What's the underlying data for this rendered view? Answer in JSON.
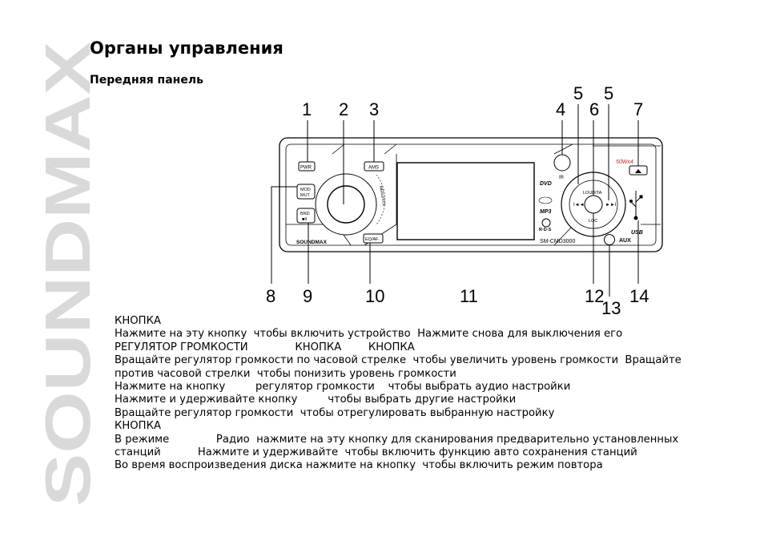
{
  "brand": "SOUNDMAX",
  "title": "Органы управления",
  "subtitle": "Передняя панель",
  "diagram": {
    "callouts_top": [
      "1",
      "2",
      "3",
      "4",
      "5",
      "6",
      "5",
      "7"
    ],
    "callouts_bottom": [
      "8",
      "9",
      "10",
      "11",
      "12",
      "13",
      "14"
    ],
    "labels": {
      "pwr": "PWR",
      "ams": "AMS",
      "mod_mut_1": "MOD",
      "mod_mut_2": "MUT",
      "bnd_1": "BND",
      "bnd_2": "■II",
      "eq_af": "EQ/AF",
      "menu_vol": "MENU/VOL",
      "brand": "SOUNDMAX",
      "ir": "IR",
      "dvd": "DVD",
      "mp3": "MP3",
      "rds": "R·D·S",
      "model": "SM-CMD3000",
      "power_rating": "50Wx4",
      "loudita": "LOUDITA",
      "loc": "LOC",
      "prev": "I◄◄",
      "next": "►►I",
      "usb": "USB",
      "aux": "AUX"
    }
  },
  "body_lines": [
    "КНОПКА",
    "Нажмите на эту кнопку  чтобы включить устройство  Нажмите снова для выключения его",
    "РЕГУЛЯТОР ГРОМКОСТИ              КНОПКА        КНОПКА",
    "Вращайте регулятор громкости по часовой стрелке  чтобы увеличить уровень громкости  Вращайте",
    "против часовой стрелки  чтобы понизить уровень громкости",
    "Нажмите на кнопку         регулятор громкости    чтобы выбрать аудио настройки",
    "Нажмите и удерживайте кнопку         чтобы выбрать другие настройки",
    "Вращайте регулятор громкости  чтобы отрегулировать выбранную настройку",
    "КНОПКА",
    "В режиме              Радио  нажмите на эту кнопку для сканирования предварительно установленных",
    "станций           Нажмите и удерживайте  чтобы включить функцию авто сохранения станций",
    "Во время воспроизведения диска нажмите на кнопку  чтобы включить режим повтора"
  ]
}
